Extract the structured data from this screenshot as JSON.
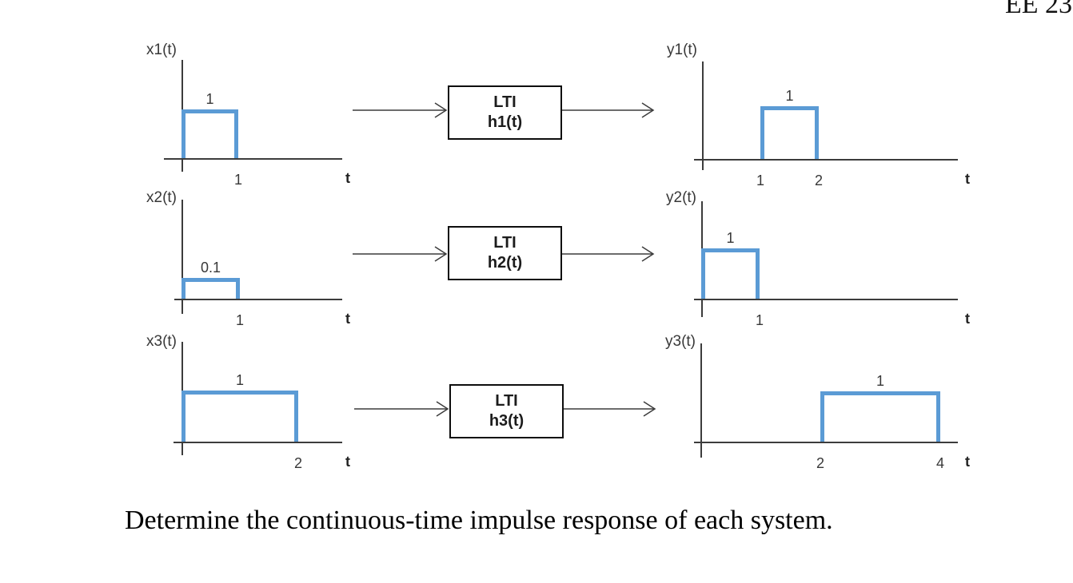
{
  "page": {
    "header_text": "EE 23",
    "question": "Determine the continuous-time impulse response of each system."
  },
  "colors": {
    "pulse_blue": "#5B9BD5",
    "axis_gray": "#3c3c3c",
    "box_border": "#0d0d0d"
  },
  "rows": [
    {
      "input_graph": {
        "label": "x1(t)",
        "pulse": {
          "start": 0,
          "end": 1,
          "amplitude": 1,
          "amplitude_label": "1"
        },
        "ticks": [
          {
            "t": 1,
            "label": "1"
          }
        ],
        "t_axis_label": "t"
      },
      "lti_box": {
        "line1": "LTI",
        "line2": "h1(t)"
      },
      "output_graph": {
        "label": "y1(t)",
        "pulse": {
          "start": 1,
          "end": 2,
          "amplitude": 1,
          "amplitude_label": "1"
        },
        "ticks": [
          {
            "t": 1,
            "label": "1"
          },
          {
            "t": 2,
            "label": "2"
          }
        ],
        "t_axis_label": "t"
      }
    },
    {
      "input_graph": {
        "label": "x2(t)",
        "pulse": {
          "start": 0,
          "end": 1,
          "amplitude": 0.1,
          "amplitude_label": "0.1"
        },
        "ticks": [
          {
            "t": 1,
            "label": "1"
          }
        ],
        "t_axis_label": "t"
      },
      "lti_box": {
        "line1": "LTI",
        "line2": "h2(t)"
      },
      "output_graph": {
        "label": "y2(t)",
        "pulse": {
          "start": 0,
          "end": 1,
          "amplitude": 1,
          "amplitude_label": "1"
        },
        "ticks": [
          {
            "t": 1,
            "label": "1"
          }
        ],
        "t_axis_label": "t"
      }
    },
    {
      "input_graph": {
        "label": "x3(t)",
        "pulse": {
          "start": 0,
          "end": 2,
          "amplitude": 1,
          "amplitude_label": "1"
        },
        "ticks": [
          {
            "t": 2,
            "label": "2"
          }
        ],
        "t_axis_label": "t"
      },
      "lti_box": {
        "line1": "LTI",
        "line2": "h3(t)"
      },
      "output_graph": {
        "label": "y3(t)",
        "pulse": {
          "start": 2,
          "end": 4,
          "amplitude": 1,
          "amplitude_label": "1"
        },
        "ticks": [
          {
            "t": 2,
            "label": "2"
          },
          {
            "t": 4,
            "label": "4"
          }
        ],
        "t_axis_label": "t"
      }
    }
  ]
}
